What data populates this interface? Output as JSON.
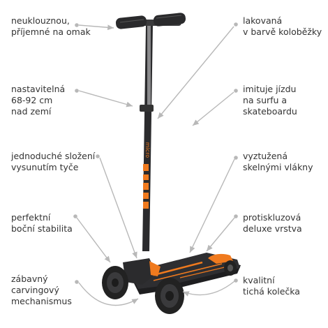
{
  "colors": {
    "text": "#333333",
    "leader": "#b8b8b8",
    "scooter_body": "#2b2b2d",
    "accent": "#f07a1e",
    "background": "#ffffff"
  },
  "brand_mark": "micro",
  "callouts": [
    {
      "id": "grips",
      "side": "left",
      "text": "neuklouznou,\npříjemné na omak"
    },
    {
      "id": "height",
      "side": "left",
      "text": "nastavitelná\n68-92 cm\nnad zemí"
    },
    {
      "id": "folding",
      "side": "left",
      "text": "jednoduché složení\nvysunutím tyče"
    },
    {
      "id": "stability",
      "side": "left",
      "text": "perfektní\nboční stabilita"
    },
    {
      "id": "carving",
      "side": "left",
      "text": "zábavný\ncarvingový\nmechanismus"
    },
    {
      "id": "paint",
      "side": "right",
      "text": "lakovaná\nv barvě koloběžky"
    },
    {
      "id": "surf",
      "side": "right",
      "text": "imituje jízdu\nna surfu a\nskateboardu"
    },
    {
      "id": "fiberglass",
      "side": "right",
      "text": "vyztužená\nskelnými vlákny"
    },
    {
      "id": "antislip",
      "side": "right",
      "text": "protiskluzová\ndeluxe vrstva"
    },
    {
      "id": "wheels",
      "side": "right",
      "text": "kvalitní\ntichá kolečka"
    }
  ]
}
